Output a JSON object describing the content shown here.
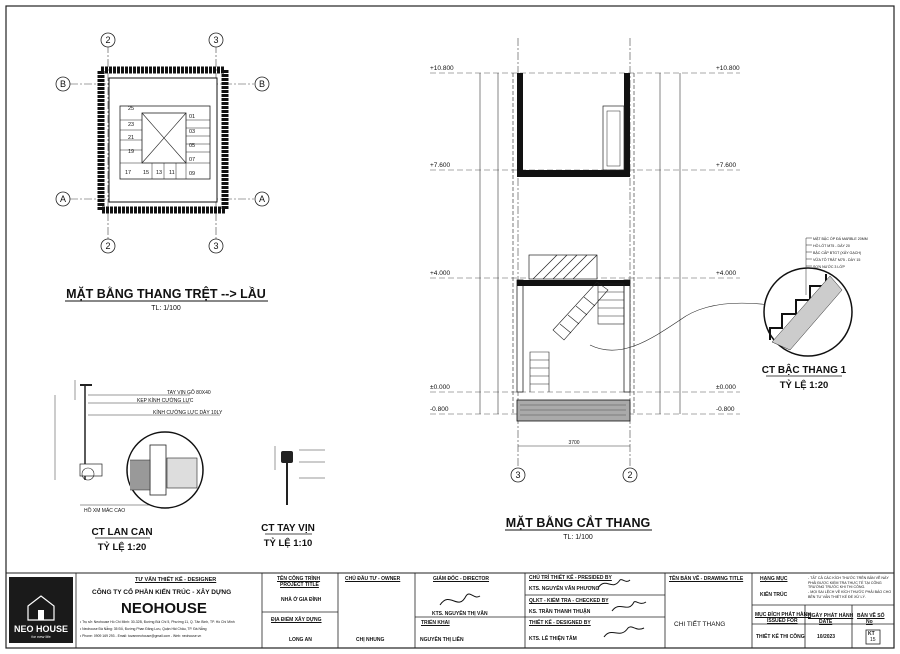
{
  "plans": {
    "ground_plan": {
      "title": "MẶT BẰNG THANG TRỆT --> LẦU",
      "scale": "TL: 1/100",
      "steps_right": [
        "01",
        "03",
        "05",
        "07",
        "09"
      ],
      "steps_bottom": [
        "17",
        "15",
        "13",
        "11"
      ],
      "steps_left": [
        "25",
        "23",
        "21",
        "19"
      ],
      "grid_top": [
        "2",
        "3"
      ],
      "grid_bottom": [
        "2",
        "3"
      ],
      "grid_side_top": "B",
      "grid_side_bottom": "A"
    },
    "section": {
      "title": "MẶT BẰNG CẮT THANG",
      "scale": "TL: 1/100",
      "levels": [
        "+10.800",
        "+7.600",
        "+4.000",
        "±0.000",
        "-0.800"
      ],
      "grid": [
        "3",
        "2"
      ],
      "dim_bottom": "3700"
    },
    "step_detail": {
      "title": "CT BẬC THANG 1",
      "scale": "TỶ LỆ 1:20",
      "notes": [
        "MẶT BẬC ỐP ĐÁ MARBLE 20MM",
        "HỒ LÓT M75 - DÀY 20",
        "BẬC CẤP BTGT (XÂY GẠCH)",
        "VỮA TÔ TRÁT M75 - DÀY 15",
        "SƠN NƯỚC 3 LỚP"
      ]
    },
    "railing_detail": {
      "title": "CT LAN CAN",
      "scale": "TỶ LỆ 1:20",
      "notes": [
        "TAY VỊN GỖ 80X40",
        "KẸP KÍNH CƯỜNG LỰC",
        "KÍNH CƯỜNG LỰC DÀY 10LY",
        "HỒ XM MÁC CAO"
      ]
    },
    "handrail_detail": {
      "title": "CT TAY VỊN",
      "scale": "TỶ LỆ 1:10"
    }
  },
  "title_block": {
    "logo": {
      "brand": "NEO HOUSE",
      "tagline": "for new life"
    },
    "designer": {
      "header": "TƯ VẤN THIẾT KẾ - DESIGNER",
      "company": "CÔNG TY CỔ PHẦN KIẾN TRÚC - XÂY DỰNG",
      "name": "NEOHOUSE",
      "addr1": "• Trụ sở: Neohouse Hồ Chí Minh: 30-32B, Đường Bùi Chí 5, Phường 11, Q. Tân Bình, TP. Hồ Chí Minh",
      "addr2": "• Neohouse Đà Nẵng: 35 Đỗ, Đường Phan Đăng Lưu, Quận Hải Châu, TP. Đà Nẵng",
      "phone": "• Phone: 0909 169 293 - Email: tuvanneohouse@gmail.com - Web: neohouse.vn"
    },
    "project": {
      "header": "TÊN CÔNG TRÌNH",
      "header2": "PROJECT TITLE",
      "value": "NHÀ Ở GIA ĐÌNH",
      "site_header": "ĐỊA ĐIỂM XÂY DỰNG",
      "site_value": "LONG AN"
    },
    "owner": {
      "header": "CHỦ ĐẦU TƯ - OWNER",
      "value": "CHỊ NHUNG"
    },
    "director": {
      "header": "GIÁM ĐỐC - DIRECTOR",
      "value": "KTS. NGUYỄN THỊ VÂN",
      "dept_header": "TRIỂN KHAI",
      "dept_value": "NGUYỄN THỊ LIÊN"
    },
    "staff": {
      "presided_header": "CHỦ TRÌ THIẾT KẾ - PRESIDED BY",
      "presided_value": "KTS. NGUYỄN VĂN PHƯƠNG",
      "checked_header": "QLKT - KIỂM TRA - CHECKED BY",
      "checked_value": "KS. TRẦN THANH THUẬN",
      "designed_header": "THIẾT KẾ - DESIGNED BY",
      "designed_value": "KTS. LÊ THIỆN TÂM"
    },
    "drawing": {
      "header": "TÊN BẢN VẼ - DRAWING TITLE",
      "value": "CHI TIẾT THANG"
    },
    "category": {
      "header": "HẠNG MỤC",
      "value": "KIẾN TRÚC",
      "issued_header": "MỤC ĐÍCH PHÁT HÀNH",
      "issued_header2": "ISSUED FOR",
      "issued_value": "THIẾT KẾ THI CÔNG"
    },
    "notes": [
      "- TẤT CẢ CÁC KÍCH THƯỚC TRÊN BẢN VẼ NÀY PHẢI ĐƯỢC KIỂM TRA THỰC TẾ TẠI CÔNG TRƯỜNG TRƯỚC KHI THI CÔNG.",
      "- MỌI SAI LỆCH VỀ KÍCH THƯỚC PHẢI BÁO CHO BÊN TƯ VẤN THIẾT KẾ ĐỂ XỬ LÝ."
    ],
    "date": {
      "header": "NGÀY PHÁT HÀNH",
      "header2": "DATE",
      "value": "10/2023"
    },
    "sheet": {
      "header": "BẢN VẼ SỐ",
      "header2": "No",
      "value": "KT",
      "number": "15"
    }
  }
}
